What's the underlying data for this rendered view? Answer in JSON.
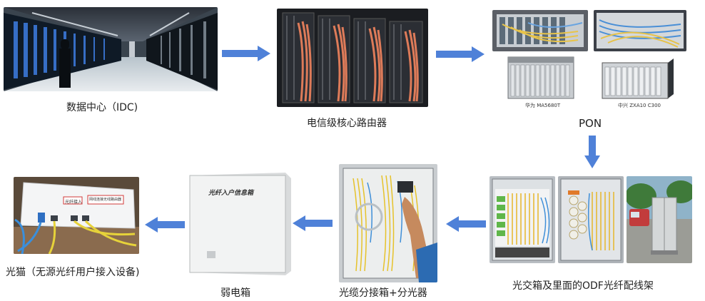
{
  "nodes": {
    "idc": {
      "label": "数据中心（IDC)"
    },
    "router": {
      "label": "电信级核心路由器"
    },
    "pon": {
      "label": "PON",
      "caption_huawei": "华为 MA5680T",
      "caption_zte": "中兴 ZXA10 C300"
    },
    "odf": {
      "label": "光交箱及里面的ODF光纤配线架"
    },
    "splitter": {
      "label": "光缆分接箱+分光器"
    },
    "weak_box": {
      "label": "弱电箱",
      "panel_text": "光纤入户信息箱"
    },
    "onu": {
      "label": "光猫（无源光纤用户接入设备)",
      "tag1": "光纤接入",
      "tag2": "网线连接无线路由器"
    }
  },
  "colors": {
    "arrow": "#4f81d8"
  }
}
